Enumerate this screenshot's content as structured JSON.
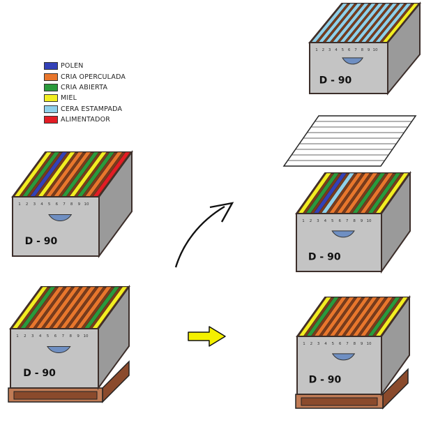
{
  "colors": {
    "polen": "#3341b8",
    "cria_operculada": "#e8762c",
    "cria_abierta": "#2a9a3c",
    "miel": "#f2ee21",
    "cera_estampada": "#8fd0ea",
    "alimentador": "#e31c24",
    "box_front": "#c4c4c4",
    "box_side": "#9a9a9a",
    "box_top_bg": "#7a3b1b",
    "box_outline": "#3c2e2a",
    "handle": "#6f8fc2",
    "pallet": "#c07b55",
    "pallet_dark": "#8a4a2c",
    "arrow_yellow": "#f4f000"
  },
  "legend": [
    {
      "key": "polen",
      "label": "POLEN"
    },
    {
      "key": "cria_operculada",
      "label": "CRIA OPERCULADA"
    },
    {
      "key": "cria_abierta",
      "label": "CRIA ABIERTA"
    },
    {
      "key": "miel",
      "label": "MIEL"
    },
    {
      "key": "cera_estampada",
      "label": "CERA ESTAMPADA"
    },
    {
      "key": "alimentador",
      "label": "ALIMENTADOR"
    }
  ],
  "frame_numbers": [
    "1",
    "2",
    "3",
    "4",
    "5",
    "6",
    "7",
    "8",
    "9",
    "10"
  ],
  "boxes": {
    "left_upper": {
      "label": "D - 90",
      "frames": [
        "miel",
        "cria_abierta",
        "polen",
        "miel",
        "cria_operculada",
        "cria_operculada",
        "cria_abierta",
        "miel",
        "cria_abierta",
        "cria_operculada",
        "alimentador"
      ]
    },
    "left_lower": {
      "label": "D - 90",
      "frames": [
        "miel",
        "cria_abierta",
        "cria_operculada",
        "cria_operculada",
        "cria_operculada",
        "cria_operculada",
        "cria_operculada",
        "cria_operculada",
        "cria_operculada",
        "cria_abierta",
        "miel"
      ]
    },
    "right_top": {
      "label": "D - 90",
      "frames": [
        "cera_estampada",
        "cera_estampada",
        "cera_estampada",
        "cera_estampada",
        "cera_estampada",
        "cera_estampada",
        "cera_estampada",
        "cera_estampada",
        "cera_estampada",
        "cera_estampada",
        "miel"
      ]
    },
    "right_middle": {
      "label": "D - 90",
      "frames": [
        "miel",
        "cria_abierta",
        "polen",
        "cera_estampada",
        "cria_operculada",
        "cria_operculada",
        "cria_operculada",
        "cria_abierta",
        "cria_operculada",
        "cria_abierta",
        "miel"
      ]
    },
    "right_bottom": {
      "label": "D - 90",
      "frames": [
        "miel",
        "cria_abierta",
        "cria_operculada",
        "cria_operculada",
        "cria_operculada",
        "cria_operculada",
        "cria_operculada",
        "cria_operculada",
        "cria_operculada",
        "cria_abierta",
        "miel"
      ]
    }
  }
}
